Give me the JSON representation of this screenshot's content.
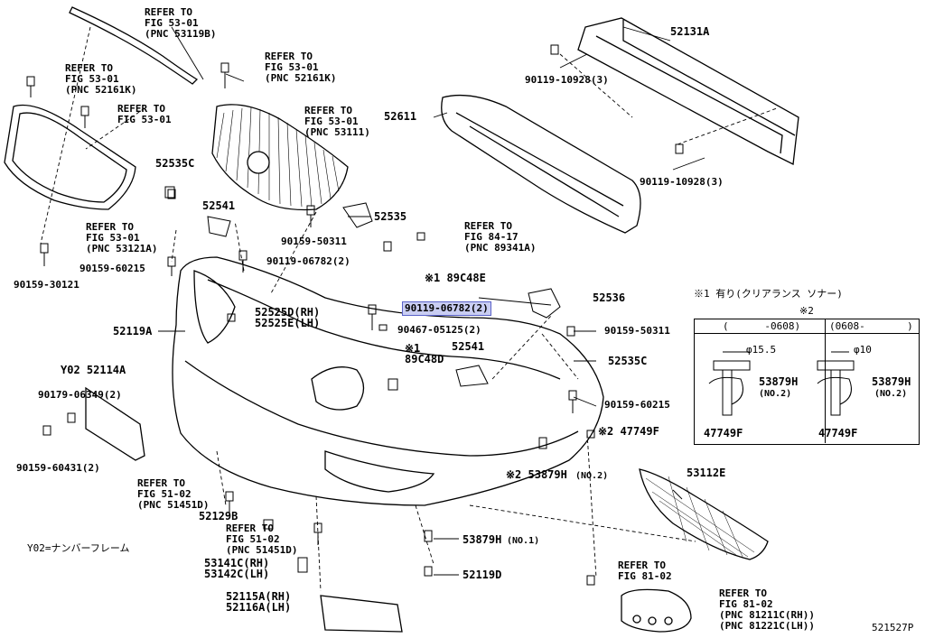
{
  "diagram": {
    "catalog_code": "521527P",
    "labels": {
      "refer_53119b": "REFER TO\nFIG 53-01\n(PNC 53119B)",
      "refer_52161k_left": "REFER TO\nFIG 53-01\n(PNC 52161K)",
      "refer_53_01_small": "REFER TO\nFIG 53-01",
      "refer_52161k_mid": "REFER TO\nFIG 53-01\n(PNC 52161K)",
      "refer_53111": "REFER TO\nFIG 53-01\n(PNC 53111)",
      "refer_53121a": "REFER TO\nFIG 53-01\n(PNC 53121A)",
      "refer_89341a": "REFER TO\nFIG 84-17\n(PNC 89341A)",
      "refer_51451d_a": "REFER TO\nFIG 51-02\n(PNC 51451D)",
      "refer_51451d_b": "REFER TO\nFIG 51-02\n(PNC 51451D)",
      "refer_81_02": "REFER TO\nFIG 81-02",
      "refer_81211c": "REFER TO\nFIG 81-02\n(PNC 81211C(RH))\n(PNC 81221C(LH))",
      "p52131a": "52131A",
      "p90119_10928_top": "90119-10928(3)",
      "p90119_10928_bot": "90119-10928(3)",
      "p52611": "52611",
      "p52535c_top": "52535C",
      "p52541_top": "52541",
      "p52535": "52535",
      "p90159_50311_top": "90159-50311",
      "p90159_30121": "90159-30121",
      "p90159_60215_left": "90159-60215",
      "p90119_06782_top": "90119-06782(2)",
      "p89c48e": "※1 89C48E",
      "p52525": "52525D(RH)\n52525E(LH)",
      "p52119a": "52119A",
      "p90119_06782_hl": "90119-06782(2)",
      "p90467_05125": "90467-05125(2)",
      "p89c48d": "※1\n89C48D",
      "p52541_mid": "52541",
      "p52536": "52536",
      "p90159_50311_mid": "90159-50311",
      "p52535c_mid": "52535C",
      "p90159_60215_right": "90159-60215",
      "p47749f": "※2 47749F",
      "p53879h_no2": "※2 53879H",
      "p53879h_no2_sub": "(NO.2)",
      "y02_52114a": "Y02 52114A",
      "p90179_06349": "90179-06349(2)",
      "p90159_60431": "90159-60431(2)",
      "p52129b": "52129B",
      "p53141c": "53141C(RH)\n53142C(LH)",
      "p52115a": "52115A(RH)\n52116A(LH)",
      "p53879h_no1": "53879H",
      "p53879h_no1_sub": "(NO.1)",
      "p52119d": "52119D",
      "p53112e": "53112E",
      "y02_note": "Y02=ナンバーフレーム"
    },
    "legend": {
      "note1": "※1 有り(クリアランス ソナー)",
      "note2": "※2",
      "col1_header": "(      -0608)",
      "col2_header": "(0608-       )",
      "col1_dia": "φ15.5",
      "col2_dia": "φ10",
      "col1_part": "53879H",
      "col1_sub": "(NO.2)",
      "col1_bottom": "47749F",
      "col2_part": "53879H",
      "col2_sub": "(NO.2)",
      "col2_bottom": "47749F"
    }
  }
}
